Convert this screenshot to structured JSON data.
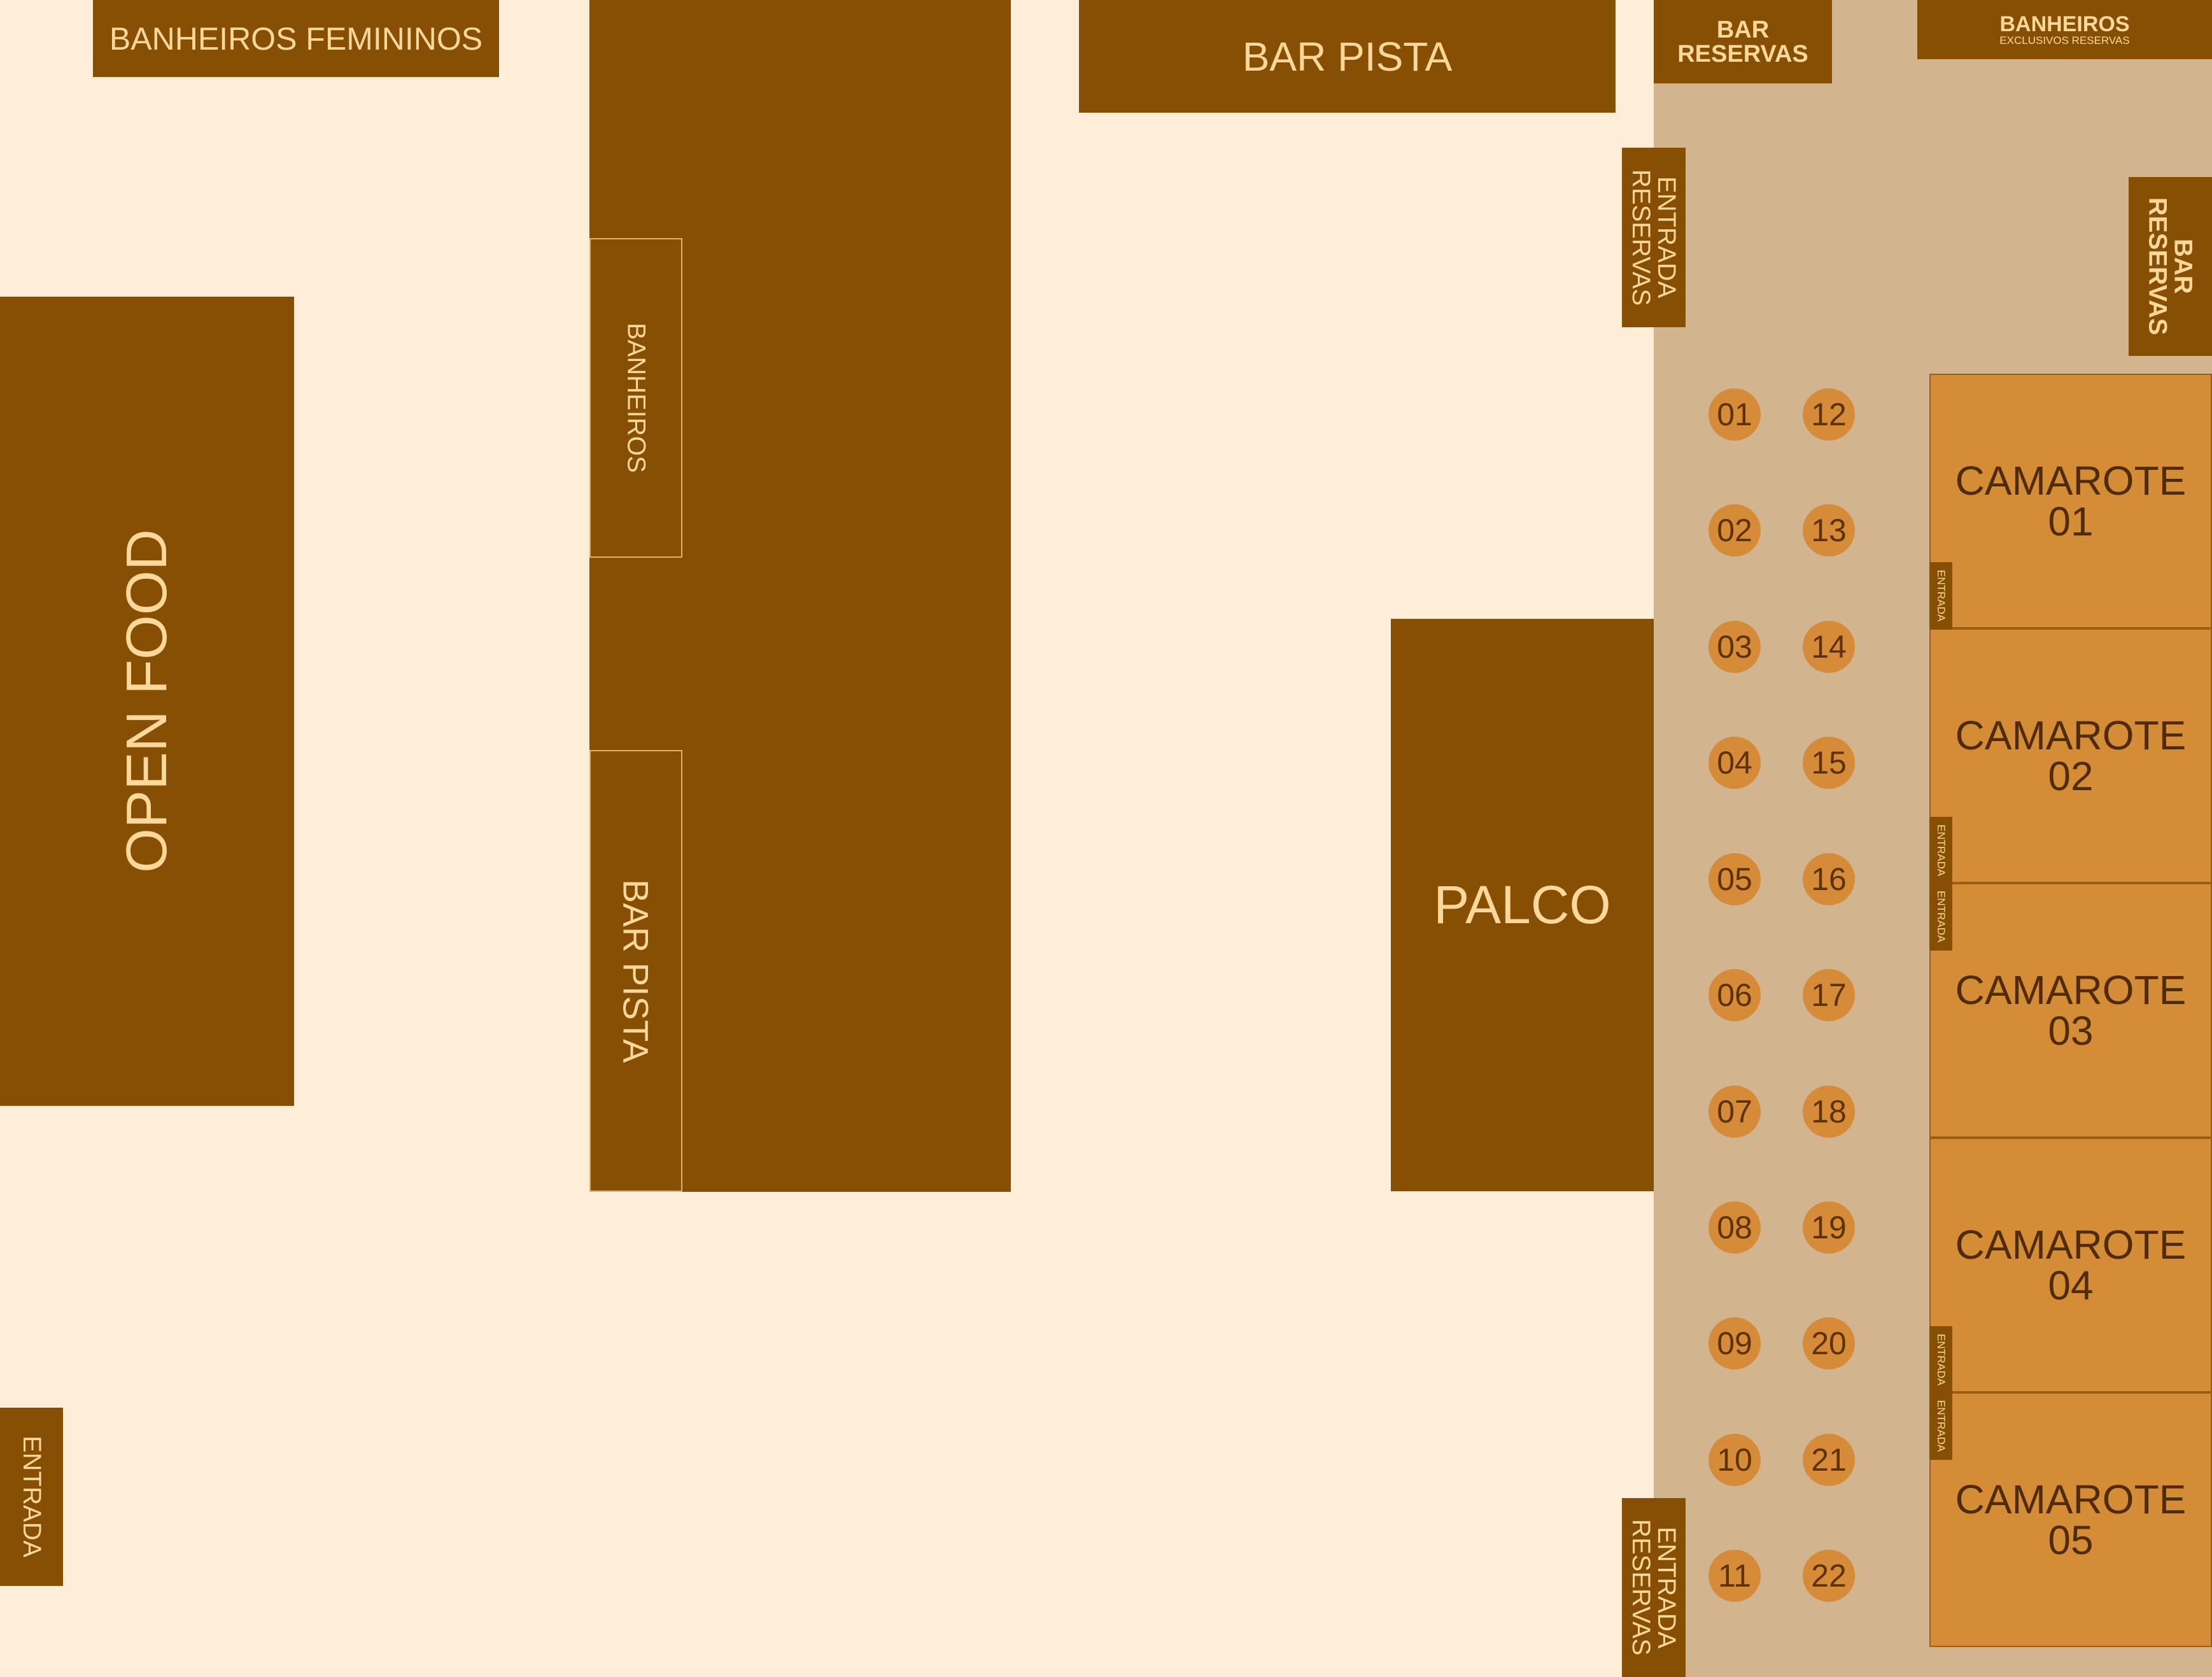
{
  "colors": {
    "background": "#feeed7",
    "dark_brown": "#874f03",
    "label_light": "#fed89b",
    "reserve_zone": "#d2b48f",
    "table": "#d58b37",
    "camarote": "#d48c37",
    "table_text": "#5e3205"
  },
  "areas": {
    "banheiros_femininos": "BANHEIROS FEMININOS",
    "open_food": "OPEN FOOD",
    "banheiros": "BANHEIROS",
    "bar_pista_side": "BAR PISTA",
    "bar_pista_top": "BAR PISTA",
    "palco": "PALCO",
    "entrada": "ENTRADA",
    "bar_reservas_top": {
      "line1": "BAR",
      "line2": "RESERVAS"
    },
    "banheiros_exclusivos": {
      "title": "BANHEIROS",
      "subtitle": "EXCLUSIVOS RESERVAS"
    },
    "bar_reservas_side": {
      "line1": "BAR",
      "line2": "RESERVAS"
    },
    "entrada_reservas_top": {
      "line1": "ENTRADA",
      "line2": "RESERVAS"
    },
    "entrada_reservas_bottom": {
      "line1": "ENTRADA",
      "line2": "RESERVAS"
    }
  },
  "tables_left": [
    "01",
    "02",
    "03",
    "04",
    "05",
    "06",
    "07",
    "08",
    "09",
    "10",
    "11"
  ],
  "tables_right": [
    "12",
    "13",
    "14",
    "15",
    "16",
    "17",
    "18",
    "19",
    "20",
    "21",
    "22"
  ],
  "camarotes": [
    {
      "title": "CAMAROTE",
      "number": "01"
    },
    {
      "title": "CAMAROTE",
      "number": "02"
    },
    {
      "title": "CAMAROTE",
      "number": "03"
    },
    {
      "title": "CAMAROTE",
      "number": "04"
    },
    {
      "title": "CAMAROTE",
      "number": "05"
    }
  ],
  "camarote_entrances": [
    "ENTRADA",
    "ENTRADA",
    "ENTRADA",
    "ENTRADA",
    "ENTRADA"
  ]
}
